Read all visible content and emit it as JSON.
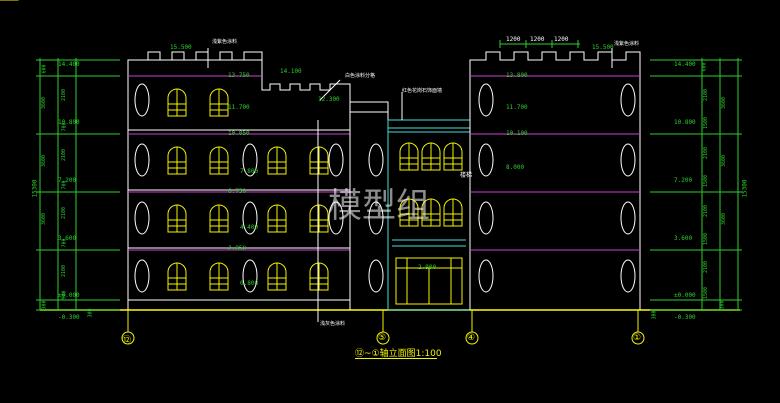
{
  "drawing": {
    "title": "⑫~①轴立面图1:100",
    "watermark": "模型组",
    "notes": {
      "top_left": "浅紫色涂料",
      "top_right": "浅紫色涂料",
      "mid_left": "白色涂料分格",
      "mid_center": "红色花岗石饰面墙",
      "bottom": "浅灰色涂料"
    },
    "axes": [
      "⑫",
      "⑤",
      "④",
      "①"
    ],
    "elevations_left": [
      "14.400",
      "10.800",
      "7.200",
      "3.600",
      "±0.000",
      "-0.300"
    ],
    "elevations_right": [
      "14.400",
      "10.800",
      "7.200",
      "3.600",
      "±0.000",
      "-0.300"
    ],
    "elevations_inner": [
      "15.500",
      "13.750",
      "14.100",
      "11.700",
      "12.300",
      "10.050",
      "7.800",
      "6.750",
      "4.400",
      "2.850",
      "0.800",
      "2.900"
    ],
    "elevations_right_inner": [
      "15.500",
      "13.800",
      "11.700",
      "10.100",
      "8.000"
    ],
    "dims_left_outer": [
      "600",
      "3600",
      "3600",
      "3600",
      "300"
    ],
    "dims_left_inner": [
      "2100",
      "700",
      "2100",
      "700",
      "2100",
      "700",
      "2100",
      "900",
      "300"
    ],
    "dims_total": "15300",
    "dims_right_inner": [
      "600",
      "2100",
      "1500",
      "2100",
      "1500",
      "2100",
      "1500",
      "2100",
      "1500",
      "300"
    ],
    "dims_right_outer": [
      "3600",
      "3600",
      "3600",
      "300"
    ],
    "dims_top": [
      "1200",
      "1200",
      "1200"
    ],
    "stair_label": "楼梯"
  },
  "colors": {
    "bg": "#000000",
    "white": "#ffffff",
    "green": "#2bd12b",
    "yellow": "#f5f500",
    "magenta": "#d040d0",
    "cyan": "#40e0e0"
  }
}
